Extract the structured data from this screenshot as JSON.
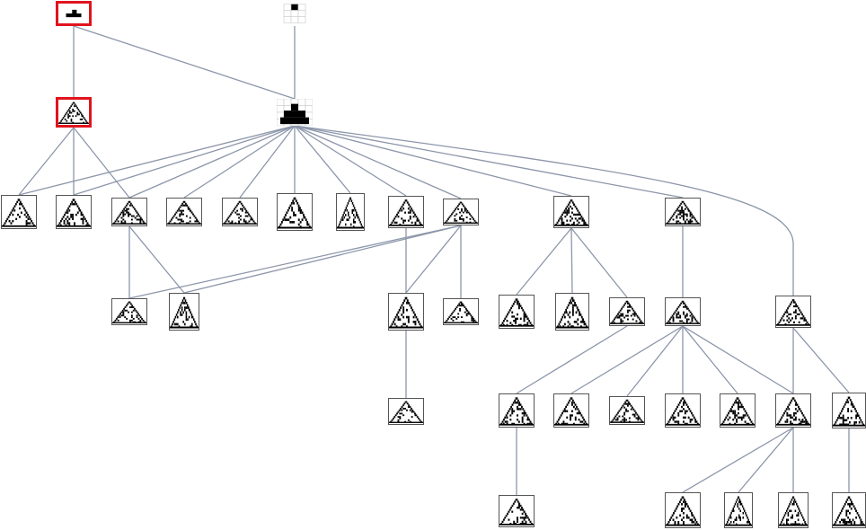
{
  "colors": {
    "edge": "#8c96aa",
    "highlight": "#e0141e",
    "cell": "#000000",
    "grid": "#c8c8c8",
    "frame": "#555555"
  },
  "nodes": [
    {
      "id": "r1",
      "icon": "bar-rule-icon",
      "highlight": true
    },
    {
      "id": "r2",
      "icon": "single-cell-seed-icon"
    },
    {
      "id": "a1",
      "icon": "triangle-pattern-icon",
      "highlight": true
    },
    {
      "id": "b1",
      "icon": "triangle-pattern-icon"
    },
    {
      "id": "c1",
      "icon": "triangle-pattern-icon"
    },
    {
      "id": "c2",
      "icon": "triangle-pattern-icon"
    },
    {
      "id": "c3",
      "icon": "triangle-pattern-icon"
    },
    {
      "id": "c4",
      "icon": "triangle-pattern-icon"
    },
    {
      "id": "c5",
      "icon": "triangle-pattern-icon"
    },
    {
      "id": "c6",
      "icon": "triangle-pattern-icon"
    },
    {
      "id": "c7",
      "icon": "spiky-pattern-icon"
    },
    {
      "id": "c8",
      "icon": "triangle-pattern-icon"
    },
    {
      "id": "c9",
      "icon": "triangle-pattern-icon"
    },
    {
      "id": "c10",
      "icon": "triangle-pattern-icon"
    },
    {
      "id": "c11",
      "icon": "triangle-pattern-icon"
    },
    {
      "id": "c12",
      "icon": "triangle-pattern-icon"
    },
    {
      "id": "d1",
      "icon": "triangle-pattern-icon"
    },
    {
      "id": "d2",
      "icon": "diamond-pattern-icon"
    },
    {
      "id": "d3",
      "icon": "triangle-pattern-icon"
    },
    {
      "id": "d4",
      "icon": "triangle-pattern-icon"
    },
    {
      "id": "d5",
      "icon": "triangle-pattern-icon"
    },
    {
      "id": "d6",
      "icon": "blob-pattern-icon"
    },
    {
      "id": "d7",
      "icon": "triangle-pattern-icon"
    },
    {
      "id": "d8",
      "icon": "triangle-pattern-icon"
    },
    {
      "id": "d9",
      "icon": "triangle-pattern-icon"
    },
    {
      "id": "e1",
      "icon": "triangle-pattern-icon"
    },
    {
      "id": "e2",
      "icon": "triangle-pattern-icon"
    },
    {
      "id": "e3",
      "icon": "triangle-pattern-icon"
    },
    {
      "id": "e4",
      "icon": "triangle-pattern-icon"
    },
    {
      "id": "e5",
      "icon": "triangle-pattern-icon"
    },
    {
      "id": "e6",
      "icon": "triangle-pattern-icon"
    },
    {
      "id": "e7",
      "icon": "triangle-pattern-icon"
    },
    {
      "id": "e8",
      "icon": "triangle-pattern-icon"
    },
    {
      "id": "f1",
      "icon": "triangle-pattern-icon"
    },
    {
      "id": "f2",
      "icon": "triangle-pattern-icon"
    },
    {
      "id": "f3",
      "icon": "triangle-pattern-icon"
    },
    {
      "id": "f4",
      "icon": "triangle-pattern-icon"
    },
    {
      "id": "f5",
      "icon": "triangle-pattern-icon"
    }
  ],
  "edges": [
    [
      "r1",
      "a1"
    ],
    [
      "r1",
      "b1"
    ],
    [
      "r2",
      "b1"
    ],
    [
      "a1",
      "c1"
    ],
    [
      "a1",
      "c2"
    ],
    [
      "a1",
      "c3"
    ],
    [
      "b1",
      "c1"
    ],
    [
      "b1",
      "c2"
    ],
    [
      "b1",
      "c3"
    ],
    [
      "b1",
      "c4"
    ],
    [
      "b1",
      "c5"
    ],
    [
      "b1",
      "c6"
    ],
    [
      "b1",
      "c7"
    ],
    [
      "b1",
      "c8"
    ],
    [
      "b1",
      "c9"
    ],
    [
      "b1",
      "c10"
    ],
    [
      "b1",
      "c11"
    ],
    [
      "b1",
      "d9"
    ],
    [
      "c3",
      "d1"
    ],
    [
      "c3",
      "d2"
    ],
    [
      "c9",
      "d2"
    ],
    [
      "c9",
      "d1"
    ],
    [
      "c9",
      "d3"
    ],
    [
      "c9",
      "d4"
    ],
    [
      "c8",
      "d3"
    ],
    [
      "c10",
      "d5"
    ],
    [
      "c10",
      "d6"
    ],
    [
      "c10",
      "d7"
    ],
    [
      "c11",
      "d8"
    ],
    [
      "d3",
      "e1"
    ],
    [
      "d7",
      "e2"
    ],
    [
      "d8",
      "e3"
    ],
    [
      "d8",
      "e4"
    ],
    [
      "d8",
      "e5"
    ],
    [
      "d8",
      "e6"
    ],
    [
      "d8",
      "e7"
    ],
    [
      "d9",
      "e7"
    ],
    [
      "d9",
      "e8"
    ],
    [
      "e2",
      "f1"
    ],
    [
      "e7",
      "f2"
    ],
    [
      "e7",
      "f3"
    ],
    [
      "e7",
      "f4"
    ],
    [
      "e8",
      "f5"
    ]
  ]
}
